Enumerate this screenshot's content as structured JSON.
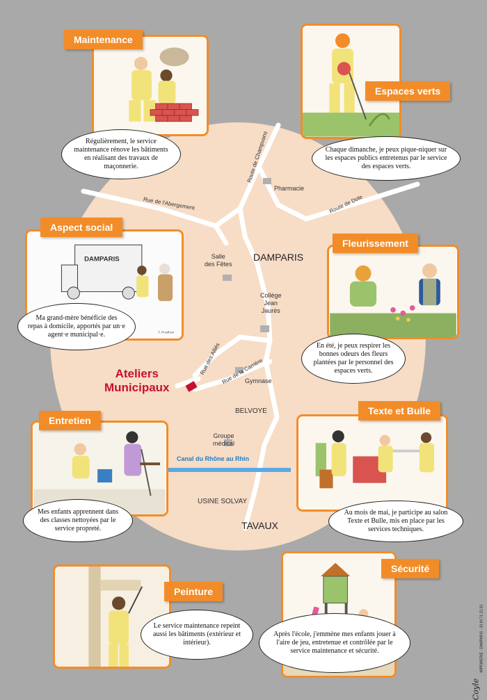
{
  "map": {
    "town_north": "DAMPARIS",
    "town_south": "TAVAUX",
    "district": "BELVOYE",
    "usine": "USINE SOLVAY",
    "ateliers_line1": "Ateliers",
    "ateliers_line2": "Municipaux",
    "canal": "Canal du Rhône au Rhin",
    "places": {
      "pharmacie": "Pharmacie",
      "salle_line1": "Salle",
      "salle_line2": "des Fêtes",
      "college_line1": "Collège",
      "college_line2": "Jean",
      "college_line3": "Jaurès",
      "gymnase": "Gymnase",
      "groupe_line1": "Groupe",
      "groupe_line2": "médical"
    },
    "roads": {
      "champvans": "Route de Champvans",
      "abergement": "Rue de l'Abergement",
      "dole": "Route de Dole",
      "allies": "Rue des Alliés",
      "carriere": "Rue de la Carrière"
    }
  },
  "sections": {
    "maintenance": {
      "title": "Maintenance",
      "text": "Régulièrement, le service maintenance rénove les bâtiments en réalisant des travaux de maçonnerie."
    },
    "espaces_verts": {
      "title": "Espaces verts",
      "text": "Chaque dimanche, je peux pique-niquer sur les espaces publics entretenus par le service des espaces verts."
    },
    "aspect_social": {
      "title": "Aspect social",
      "text": "Ma grand-mère bénéficie des repas à domicile, apportés par un·e agent·e municipal·e.",
      "truck_label": "DAMPARIS",
      "artist": "T. Prudhon"
    },
    "fleurissement": {
      "title": "Fleurissement",
      "text": "En été, je peux respirer les bonnes odeurs des fleurs plantées par le personnel des espaces verts."
    },
    "entretien": {
      "title": "Entretien",
      "text": "Mes enfants apprennent dans des classes nettoyées par le service propreté."
    },
    "texte_bulle": {
      "title": "Texte et Bulle",
      "text": "Au mois de mai, je participe au salon Texte et Bulle, mis en place par les services techniques."
    },
    "peinture": {
      "title": "Peinture",
      "text": "Le service maintenance repeint aussi les bâtiments (extérieur et intérieur)."
    },
    "securite": {
      "title": "Sécurité",
      "text": "Après l'école, j'emmène mes enfants jouer à l'aire de jeu, entretenue et contrôlée par le service maintenance et sécurité."
    }
  },
  "footer": {
    "signature": "Coyle",
    "credit": "IMPRIMERIE · DAMPARIS · 03 84 71 23 33"
  },
  "colors": {
    "accent": "#f28c28",
    "map_fill": "#f7dcc6",
    "road": "#ffffff",
    "canal": "#5aa9e6",
    "highlight": "#c8102e",
    "background": "#a9a9a9"
  }
}
